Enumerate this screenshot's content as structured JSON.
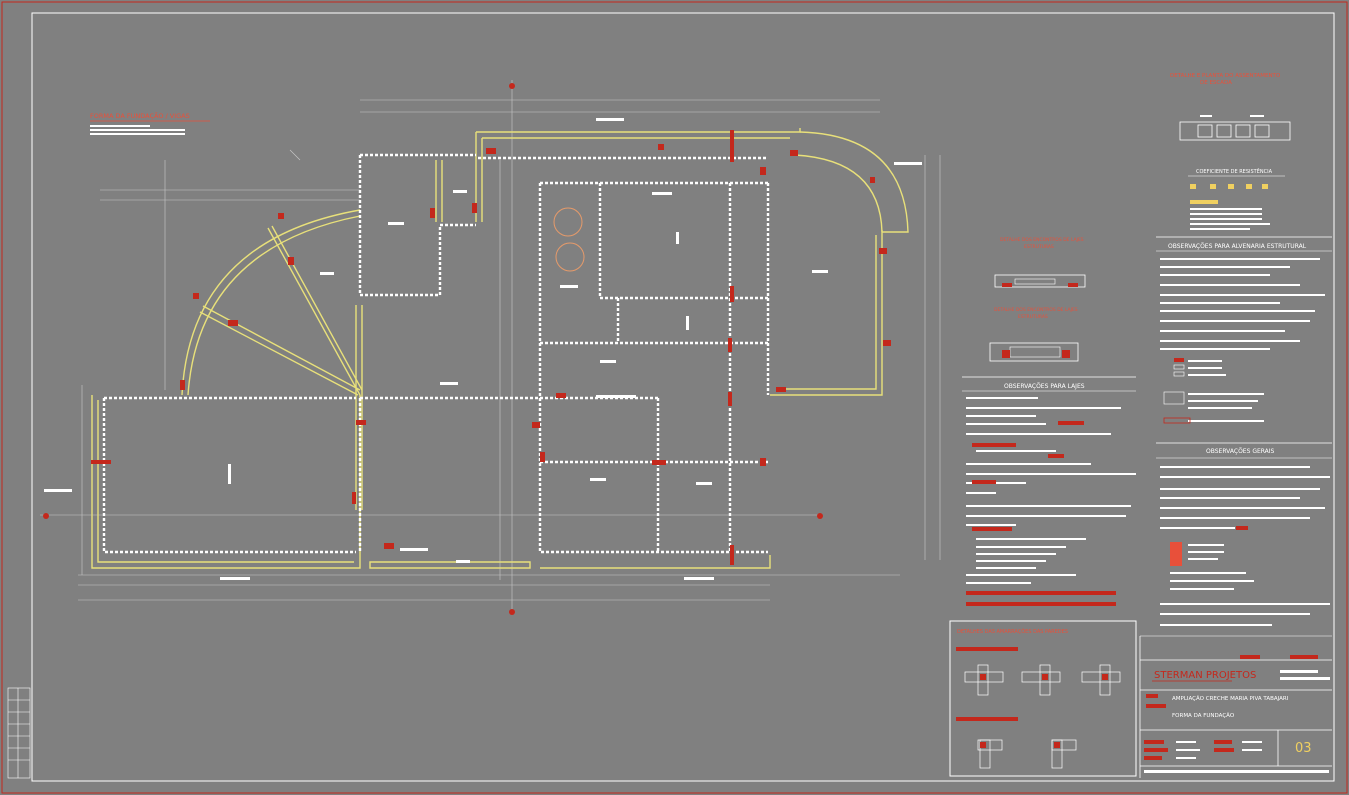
{
  "drawing": {
    "main_title": "FORMA DA FUNDAÇÃO / VIGAS",
    "detail_top_title": "DETALHE E PLANTA DO ASSENTAMENTO",
    "detail_top_subtitle": "DE ESCADA",
    "coef_title": "COEFICIENTE DE RESISTÊNCIA",
    "obs_alvenaria_title": "OBSERVAÇÕES PARA ALVENARIA ESTRUTURAL",
    "detail_mid_title": "DETALHE DOS ENCONTROS DE LAJES",
    "detail_mid_subtitle": "ESTRUTURAS",
    "detail_low_title": "DETALHE DOS ENCONTROS DE LAJES",
    "detail_low_subtitle": "ESTRUTURAS",
    "obs_lajes_title": "OBSERVAÇÕES PARA LAJES",
    "obs_gerais_title": "OBSERVAÇÕES GERAIS",
    "amarracao_title": "DETALHES DAS AMARRAÇÕES DAS PAREDES"
  },
  "title_block": {
    "company": "STERMAN PROJETOS",
    "project": "AMPLIAÇÃO CRECHE MARIA PIVA TABAJARI",
    "subject": "FORMA DA FUNDAÇÃO",
    "sheet_number": "03"
  },
  "colors": {
    "background": "#808080",
    "accent_red": "#c4281c",
    "wall_yellow": "#e8e07a",
    "line_white": "#ffffff",
    "sheet_number": "#f0d060"
  }
}
